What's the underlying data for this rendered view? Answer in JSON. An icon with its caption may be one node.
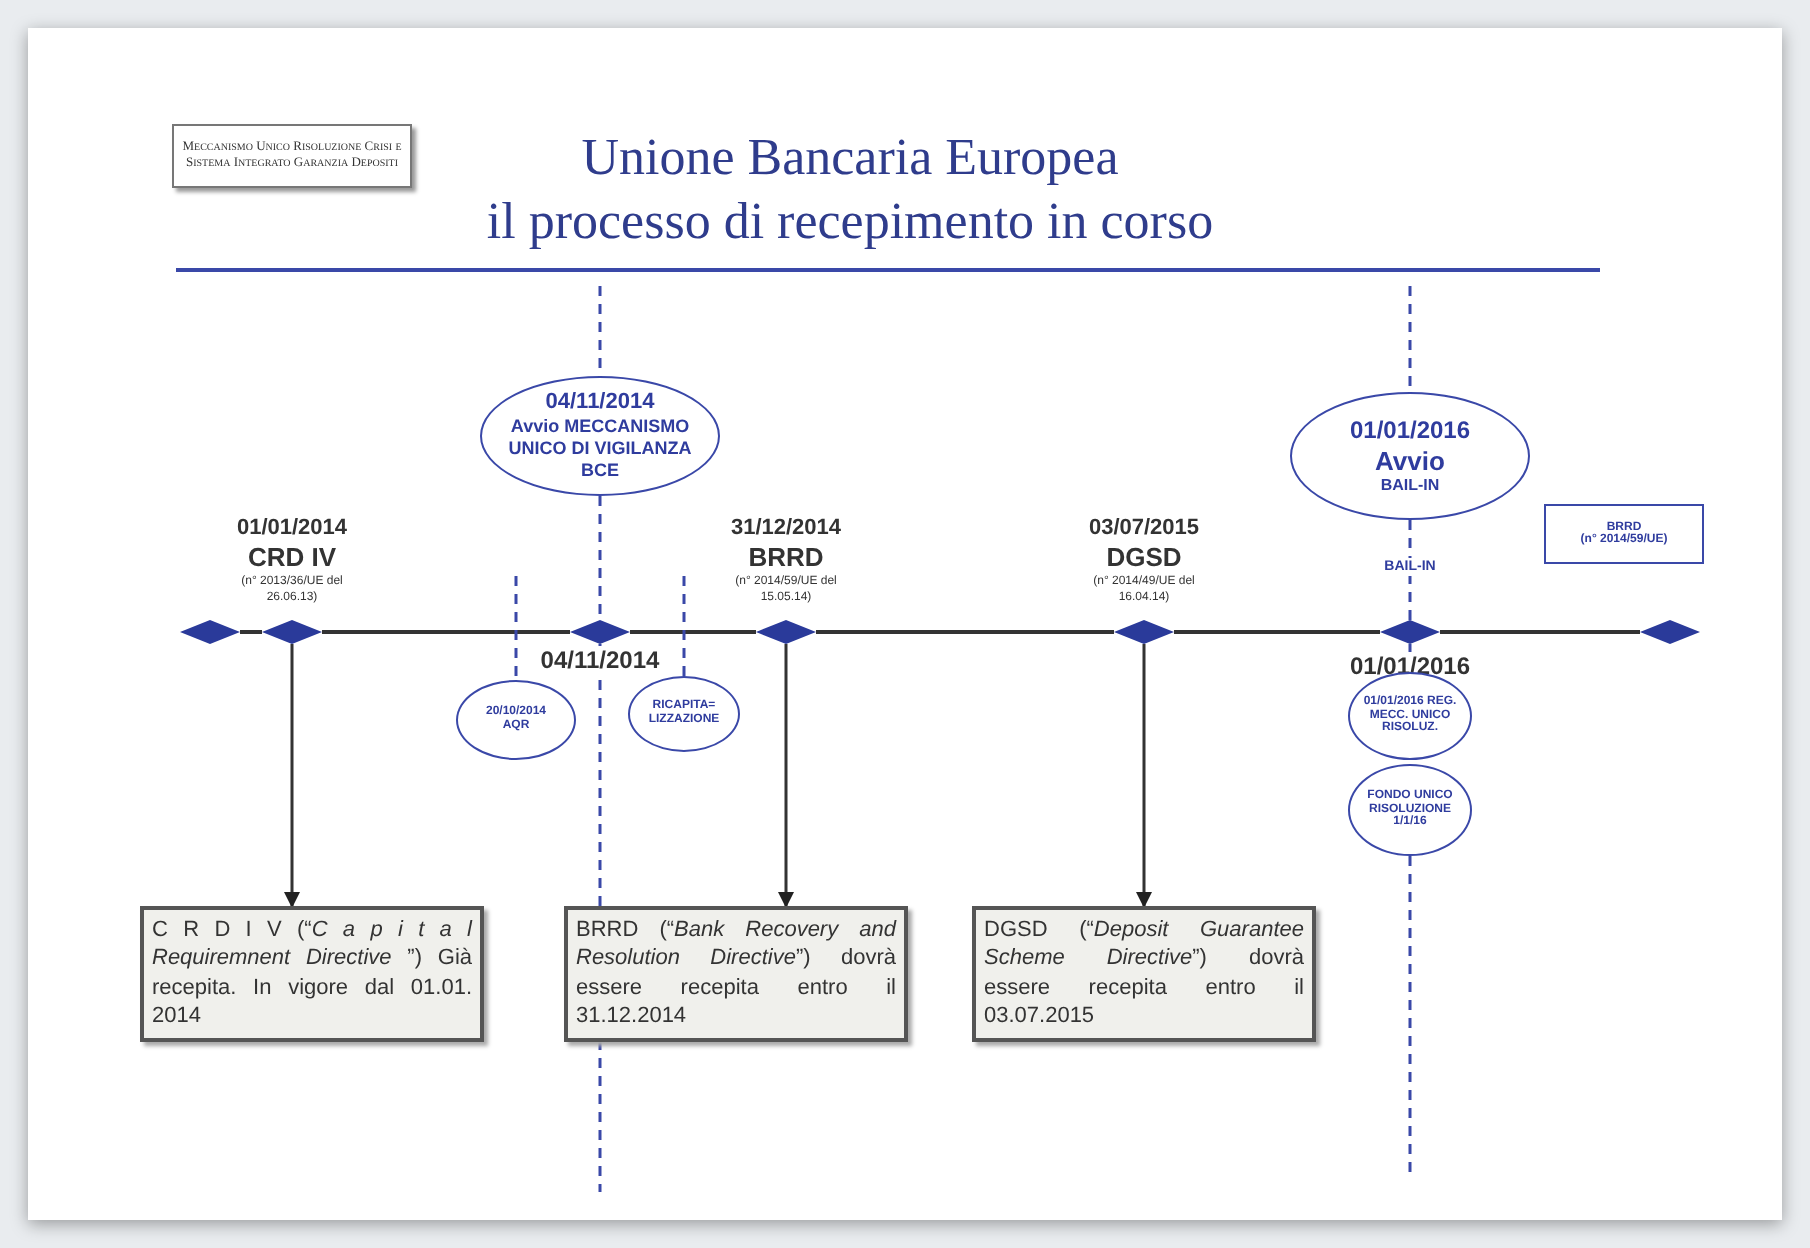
{
  "diagram": {
    "title": "Unione Bancaria Europea",
    "nodes": [
      {
        "text": [
          "Meccanismo Unico Risoluzione Crisi e Sistema Integrato Garanzia Depositi"
        ]
      },
      {
        "text": [
          "04/11/2014",
          "Avvio MECCANISMO UNICO DI VIGILANZA BCE"
        ]
      },
      {
        "text": [
          "01/01/2016",
          "Avvio",
          "BAIL-IN"
        ]
      },
      {
        "text": [
          "BRRD",
          "(n° 2014/59/UE)"
        ]
      },
      {
        "text": [],
        "shape": "diamond"
      },
      {
        "text": [],
        "shape": "diamond",
        "beside": [
          "01/01/2014",
          "CRD IV",
          "(n° 2013/36/UE del 26.06.13)"
        ]
      },
      {
        "text": [],
        "shape": "diamond",
        "beside": [
          "04/11/2014"
        ]
      },
      {
        "text": [],
        "shape": "diamond",
        "beside": [
          "31/12/2014",
          "BRRD",
          "(n° 2014/59/UE del 15.05.14)"
        ]
      },
      {
        "text": [],
        "shape": "diamond",
        "beside": [
          "03/07/2015",
          "DGSD",
          "(n° 2014/49/UE del 16.04.14)"
        ]
      },
      {
        "text": [],
        "shape": "diamond",
        "beside": [
          "01/01/2016"
        ]
      },
      {
        "text": [],
        "shape": "diamond"
      },
      {
        "text": [
          "20/10/2014",
          "AQR"
        ]
      },
      {
        "text": [
          "RICAPITA= LIZZAZIONE"
        ]
      },
      {
        "text": [
          "01/01/2016 REG. MECC. UNICO RISOLUZ."
        ]
      },
      {
        "text": [
          "FONDO UNICO RISOLUZIONE 1/1/16"
        ]
      },
      {
        "text": [
          "C R D  I V  (“*C a p i t a l  Requiremnent  Directive* ”) Già recepita. In vigore dal 01.01. 2014"
        ]
      },
      {
        "text": [
          "BRRD (“*Bank Recovery and Resolution Directive*”) dovrà essere recepita entro il 31.12.2014"
        ]
      },
      {
        "text": [
          "DGSD (“*Deposit Guarantee Scheme Directive*”) dovrà essere recepita entro il 03.07.2015"
        ]
      }
    ],
    "edges": [
      {
        "from": 4,
        "to": 5,
        "arrow": "none",
        "color": "#333333"
      },
      {
        "from": 5,
        "to": 6,
        "arrow": "none",
        "color": "#333333"
      },
      {
        "from": 6,
        "to": 7,
        "arrow": "none",
        "color": "#333333"
      },
      {
        "from": 7,
        "to": 8,
        "arrow": "none",
        "color": "#333333"
      },
      {
        "from": 8,
        "to": 9,
        "arrow": "none",
        "color": "#333333"
      },
      {
        "from": 9,
        "to": 10,
        "arrow": "none",
        "color": "#333333"
      },
      {
        "from": 5,
        "to": 15,
        "arrow": "to",
        "color": "#333333"
      },
      {
        "from": 7,
        "to": 16,
        "arrow": "to",
        "color": "#333333"
      },
      {
        "from": 8,
        "to": 17,
        "arrow": "to",
        "color": "#333333"
      },
      {
        "from": null,
        "to": 1,
        "arrow": "none",
        "style": "dashed",
        "color": "#3a48a8"
      },
      {
        "from": 1,
        "to": 6,
        "arrow": "none",
        "style": "dashed",
        "color": "#3a48a8"
      },
      {
        "from": 6,
        "to": null,
        "arrow": "none",
        "style": "dashed",
        "color": "#3a48a8"
      },
      {
        "from": null,
        "to": 11,
        "arrow": "none",
        "style": "dashed",
        "color": "#3a48a8"
      },
      {
        "from": null,
        "to": 12,
        "arrow": "none",
        "style": "dashed",
        "color": "#3a48a8"
      },
      {
        "from": null,
        "to": 2,
        "arrow": "none",
        "style": "dashed",
        "color": "#3a48a8"
      },
      {
        "from": 2,
        "to": 9,
        "arrow": "none",
        "style": "dashed",
        "color": "#3a48a8",
        "label": "BAIL-IN"
      },
      {
        "from": 9,
        "to": 13,
        "arrow": "none",
        "style": "dashed",
        "color": "#3a48a8"
      },
      {
        "from": 14,
        "to": null,
        "arrow": "none",
        "style": "dashed",
        "color": "#3a48a8"
      }
    ],
    "labels": [
      "il processo di recepimento in corso"
    ]
  }
}
